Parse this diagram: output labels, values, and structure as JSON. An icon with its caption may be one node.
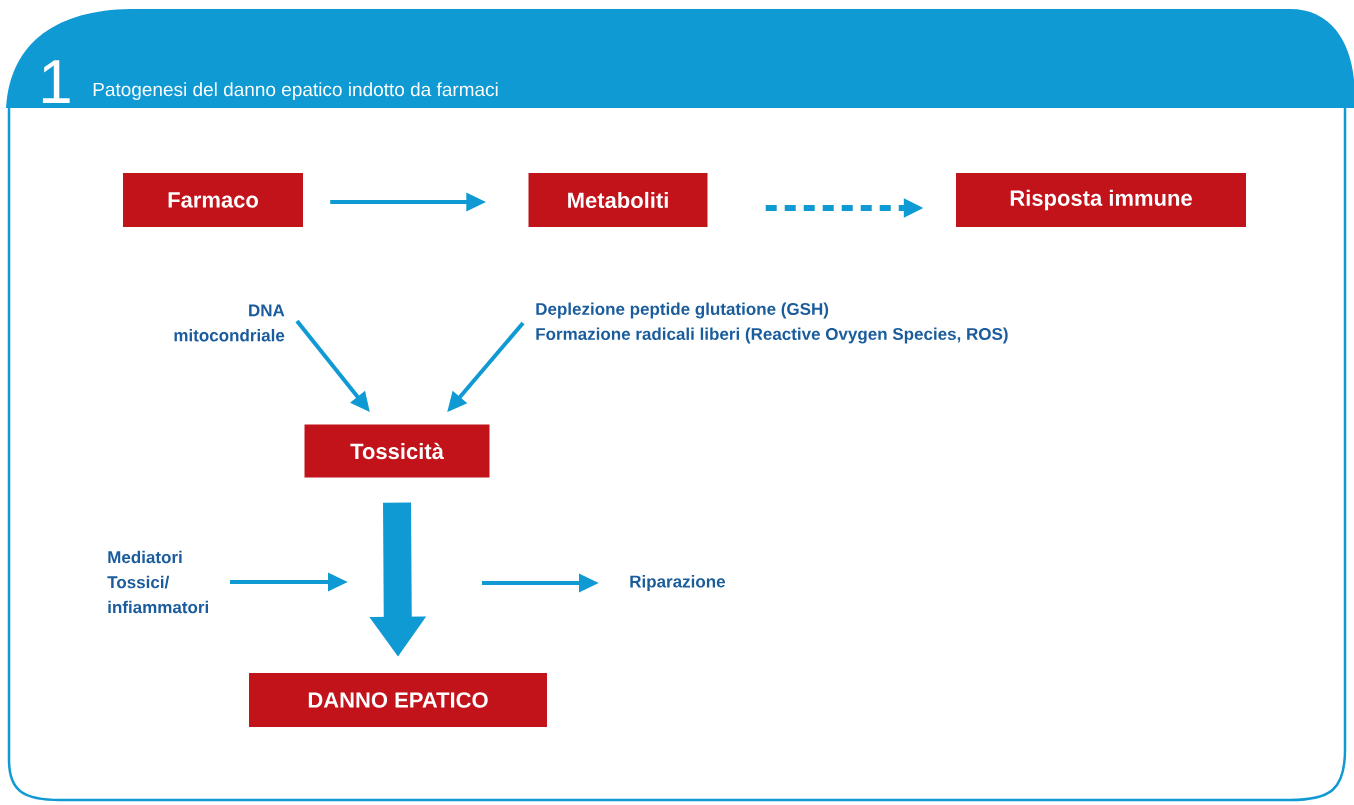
{
  "diagram": {
    "title": "Patogenesi del danno epatico indotto da farmaci",
    "nodes": [
      {
        "text": [
          "Farmaco"
        ]
      },
      {
        "text": [
          "Metaboliti"
        ]
      },
      {
        "text": [
          "Risposta immune"
        ]
      },
      {
        "text": [
          "DNA mitocondriale"
        ]
      },
      {
        "text": [
          "Deplezione peptide glutatione (GSH)",
          "Formazione radicali liberi (Reactive Ovygen Species, ROS)"
        ]
      },
      {
        "text": [
          "Tossicità"
        ]
      },
      {
        "text": [
          "Mediatori Tossici/ infiammatori"
        ]
      },
      {
        "text": [
          "DANNO EPATICO"
        ]
      },
      {
        "text": [
          "Riparazione"
        ]
      }
    ],
    "edges": [
      {
        "from": 0,
        "to": 1,
        "arrow": "to"
      },
      {
        "from": 1,
        "to": 2,
        "arrow": "to",
        "style": "dashed"
      },
      {
        "from": 3,
        "to": 5,
        "arrow": "to"
      },
      {
        "from": 4,
        "to": 5,
        "arrow": "to"
      },
      {
        "from": 5,
        "to": 7,
        "arrow": "to",
        "style": "thick"
      },
      {
        "from": 6,
        "to": null,
        "arrow": "to"
      },
      {
        "from": null,
        "to": 8,
        "arrow": "to"
      }
    ],
    "labels": [
      "1"
    ]
  }
}
